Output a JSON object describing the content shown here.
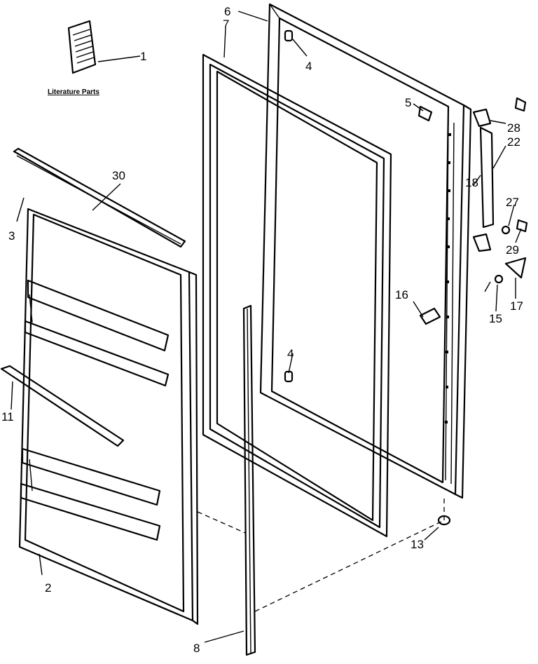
{
  "literature_caption": "Literature Parts",
  "callouts": [
    {
      "id": "c1",
      "text": "1"
    },
    {
      "id": "c2",
      "text": "2"
    },
    {
      "id": "c3",
      "text": "3"
    },
    {
      "id": "c4a",
      "text": "4"
    },
    {
      "id": "c4b",
      "text": "4"
    },
    {
      "id": "c5",
      "text": "5"
    },
    {
      "id": "c6",
      "text": "6"
    },
    {
      "id": "c7",
      "text": "7"
    },
    {
      "id": "c8",
      "text": "8"
    },
    {
      "id": "c11",
      "text": "11"
    },
    {
      "id": "c13",
      "text": "13"
    },
    {
      "id": "c15",
      "text": "15"
    },
    {
      "id": "c16",
      "text": "16"
    },
    {
      "id": "c17",
      "text": "17"
    },
    {
      "id": "c18",
      "text": "18"
    },
    {
      "id": "c22",
      "text": "22"
    },
    {
      "id": "c27",
      "text": "27"
    },
    {
      "id": "c28",
      "text": "28"
    },
    {
      "id": "c29",
      "text": "29"
    },
    {
      "id": "c30",
      "text": "30"
    }
  ]
}
